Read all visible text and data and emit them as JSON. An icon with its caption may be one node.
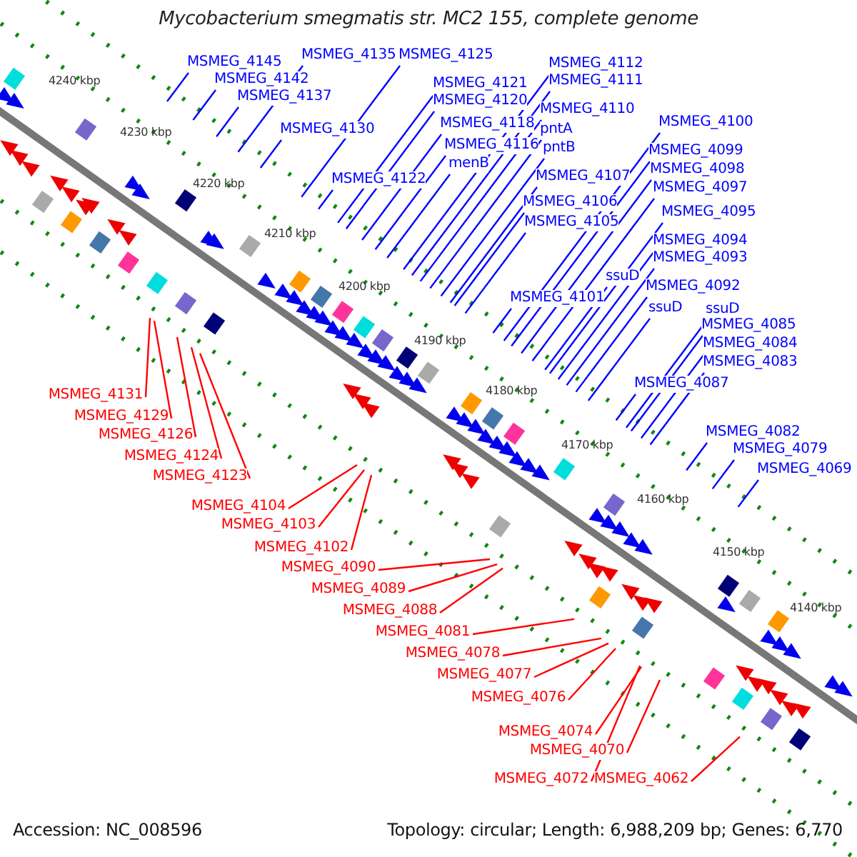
{
  "diagram": {
    "title": "Mycobacterium smegmatis str. MC2 155, complete genome",
    "nodes": [
      {
        "text": [
          "MSMEG_4145"
        ]
      },
      {
        "text": [
          "MSMEG_4142"
        ]
      },
      {
        "text": [
          "MSMEG_4137"
        ]
      },
      {
        "text": [
          "MSMEG_4135"
        ]
      },
      {
        "text": [
          "MSMEG_4125"
        ]
      },
      {
        "text": [
          "MSMEG_4130"
        ]
      },
      {
        "text": [
          "MSMEG_4121"
        ]
      },
      {
        "text": [
          "MSMEG_4120"
        ]
      },
      {
        "text": [
          "MSMEG_4118"
        ]
      },
      {
        "text": [
          "MSMEG_4116"
        ]
      },
      {
        "text": [
          "menB"
        ]
      },
      {
        "text": [
          "MSMEG_4122"
        ]
      },
      {
        "text": [
          "MSMEG_4112"
        ]
      },
      {
        "text": [
          "MSMEG_4111"
        ]
      },
      {
        "text": [
          "MSMEG_4110"
        ]
      },
      {
        "text": [
          "pntA"
        ]
      },
      {
        "text": [
          "pntB"
        ]
      },
      {
        "text": [
          "MSMEG_4107"
        ]
      },
      {
        "text": [
          "MSMEG_4106"
        ]
      },
      {
        "text": [
          "MSMEG_4105"
        ]
      },
      {
        "text": [
          "MSMEG_4100"
        ]
      },
      {
        "text": [
          "MSMEG_4099"
        ]
      },
      {
        "text": [
          "MSMEG_4098"
        ]
      },
      {
        "text": [
          "MSMEG_4097"
        ]
      },
      {
        "text": [
          "MSMEG_4095"
        ]
      },
      {
        "text": [
          "MSMEG_4094"
        ]
      },
      {
        "text": [
          "MSMEG_4093"
        ]
      },
      {
        "text": [
          "ssuD"
        ]
      },
      {
        "text": [
          "MSMEG_4092"
        ]
      },
      {
        "text": [
          "MSMEG_4101"
        ]
      },
      {
        "text": [
          "ssuD"
        ]
      },
      {
        "text": [
          "ssuD"
        ]
      },
      {
        "text": [
          "MSMEG_4085"
        ]
      },
      {
        "text": [
          "MSMEG_4084"
        ]
      },
      {
        "text": [
          "MSMEG_4083"
        ]
      },
      {
        "text": [
          "MSMEG_4087"
        ]
      },
      {
        "text": [
          "MSMEG_4082"
        ]
      },
      {
        "text": [
          "MSMEG_4079"
        ]
      },
      {
        "text": [
          "MSMEG_4069"
        ]
      },
      {
        "text": [
          "MSMEG_4131"
        ]
      },
      {
        "text": [
          "MSMEG_4129"
        ]
      },
      {
        "text": [
          "MSMEG_4126"
        ]
      },
      {
        "text": [
          "MSMEG_4124"
        ]
      },
      {
        "text": [
          "MSMEG_4123"
        ]
      },
      {
        "text": [
          "MSMEG_4104"
        ]
      },
      {
        "text": [
          "MSMEG_4103"
        ]
      },
      {
        "text": [
          "MSMEG_4102"
        ]
      },
      {
        "text": [
          "MSMEG_4090"
        ]
      },
      {
        "text": [
          "MSMEG_4089"
        ]
      },
      {
        "text": [
          "MSMEG_4088"
        ]
      },
      {
        "text": [
          "MSMEG_4081"
        ]
      },
      {
        "text": [
          "MSMEG_4078"
        ]
      },
      {
        "text": [
          "MSMEG_4077"
        ]
      },
      {
        "text": [
          "MSMEG_4076"
        ]
      },
      {
        "text": [
          "MSMEG_4074"
        ]
      },
      {
        "text": [
          "MSMEG_4070"
        ]
      },
      {
        "text": [
          "MSMEG_4072"
        ]
      },
      {
        "text": [
          "MSMEG_4062"
        ]
      }
    ],
    "edges": [
      {
        "from": 0,
        "to": null,
        "arrow": "none"
      },
      {
        "from": 1,
        "to": null,
        "arrow": "none"
      },
      {
        "from": 2,
        "to": null,
        "arrow": "none"
      },
      {
        "from": 3,
        "to": null,
        "arrow": "none"
      },
      {
        "from": 4,
        "to": null,
        "arrow": "none"
      },
      {
        "from": 5,
        "to": null,
        "arrow": "none"
      },
      {
        "from": 6,
        "to": null,
        "arrow": "none"
      },
      {
        "from": 7,
        "to": null,
        "arrow": "none"
      },
      {
        "from": 8,
        "to": null,
        "arrow": "none"
      },
      {
        "from": 9,
        "to": null,
        "arrow": "none"
      },
      {
        "from": 10,
        "to": null,
        "arrow": "none"
      },
      {
        "from": 11,
        "to": null,
        "arrow": "none"
      },
      {
        "from": 12,
        "to": null,
        "arrow": "none"
      },
      {
        "from": 13,
        "to": null,
        "arrow": "none"
      },
      {
        "from": 14,
        "to": null,
        "arrow": "none"
      },
      {
        "from": 15,
        "to": null,
        "arrow": "none"
      },
      {
        "from": 16,
        "to": null,
        "arrow": "none"
      },
      {
        "from": 17,
        "to": null,
        "arrow": "none"
      },
      {
        "from": 18,
        "to": null,
        "arrow": "none"
      },
      {
        "from": 19,
        "to": null,
        "arrow": "none"
      },
      {
        "from": 20,
        "to": null,
        "arrow": "none"
      },
      {
        "from": 21,
        "to": null,
        "arrow": "none"
      },
      {
        "from": 22,
        "to": null,
        "arrow": "none"
      },
      {
        "from": 23,
        "to": null,
        "arrow": "none"
      },
      {
        "from": 24,
        "to": null,
        "arrow": "none"
      },
      {
        "from": 25,
        "to": null,
        "arrow": "none"
      },
      {
        "from": 26,
        "to": null,
        "arrow": "none"
      },
      {
        "from": 27,
        "to": null,
        "arrow": "none"
      },
      {
        "from": 28,
        "to": null,
        "arrow": "none"
      },
      {
        "from": 29,
        "to": null,
        "arrow": "none"
      },
      {
        "from": 30,
        "to": null,
        "arrow": "none"
      },
      {
        "from": 31,
        "to": null,
        "arrow": "none"
      },
      {
        "from": 32,
        "to": null,
        "arrow": "none"
      },
      {
        "from": 33,
        "to": null,
        "arrow": "none"
      },
      {
        "from": 34,
        "to": null,
        "arrow": "none"
      },
      {
        "from": 35,
        "to": null,
        "arrow": "none"
      },
      {
        "from": 36,
        "to": null,
        "arrow": "none"
      },
      {
        "from": 37,
        "to": null,
        "arrow": "none"
      },
      {
        "from": 38,
        "to": null,
        "arrow": "none"
      },
      {
        "from": 39,
        "to": null,
        "arrow": "none",
        "color": "#ff0000"
      },
      {
        "from": 40,
        "to": null,
        "arrow": "none",
        "color": "#ff0000"
      },
      {
        "from": 41,
        "to": null,
        "arrow": "none",
        "color": "#ff0000"
      },
      {
        "from": 42,
        "to": null,
        "arrow": "none",
        "color": "#ff0000"
      },
      {
        "from": 43,
        "to": null,
        "arrow": "none",
        "color": "#ff0000"
      },
      {
        "from": 44,
        "to": null,
        "arrow": "none",
        "color": "#ff0000"
      },
      {
        "from": 45,
        "to": null,
        "arrow": "none",
        "color": "#ff0000"
      },
      {
        "from": 46,
        "to": null,
        "arrow": "none",
        "color": "#ff0000"
      },
      {
        "from": 47,
        "to": null,
        "arrow": "none",
        "color": "#ff0000"
      },
      {
        "from": 48,
        "to": null,
        "arrow": "none",
        "color": "#ff0000"
      },
      {
        "from": 49,
        "to": null,
        "arrow": "none",
        "color": "#ff0000"
      },
      {
        "from": 50,
        "to": null,
        "arrow": "none",
        "color": "#ff0000"
      },
      {
        "from": 51,
        "to": null,
        "arrow": "none",
        "color": "#ff0000"
      },
      {
        "from": 52,
        "to": null,
        "arrow": "none",
        "color": "#ff0000"
      },
      {
        "from": 53,
        "to": null,
        "arrow": "none",
        "color": "#ff0000"
      },
      {
        "from": 54,
        "to": null,
        "arrow": "none",
        "color": "#ff0000"
      },
      {
        "from": 55,
        "to": null,
        "arrow": "none",
        "color": "#ff0000"
      },
      {
        "from": 56,
        "to": null,
        "arrow": "none",
        "color": "#ff0000"
      },
      {
        "from": 57,
        "to": null,
        "arrow": "none",
        "color": "#ff0000"
      }
    ],
    "labels": [
      "4240 kbp",
      "4230 kbp",
      "4220 kbp",
      "4210 kbp",
      "4200 kbp",
      "4190 kbp",
      "4180 kbp",
      "4170 kbp",
      "4160 kbp",
      "4150 kbp",
      "4140 kbp",
      "Accession: NC_008596",
      "Topology: circular; Length: 6,988,209 bp; Genes: 6,770"
    ]
  }
}
